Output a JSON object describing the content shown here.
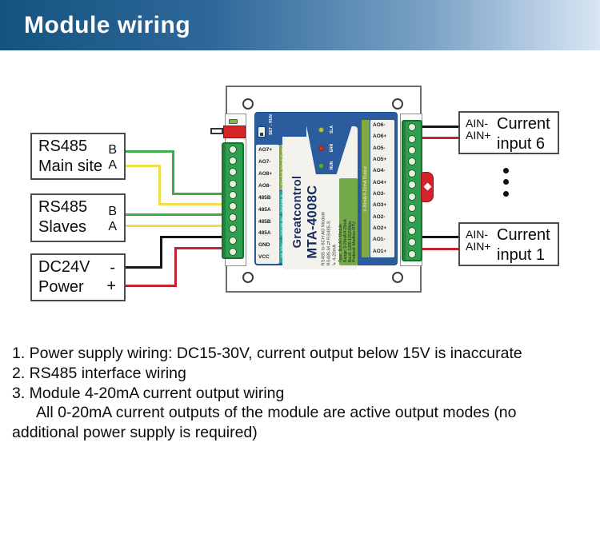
{
  "header": {
    "title": "Module wiring"
  },
  "left_boxes": [
    {
      "line1": "RS485",
      "line2": "Main site",
      "pin_top": "B",
      "pin_bottom": "A",
      "wire_top": "green",
      "wire_bottom": "yellow"
    },
    {
      "line1": "RS485",
      "line2": "Slaves",
      "pin_top": "B",
      "pin_bottom": "A",
      "wire_top": "green",
      "wire_bottom": "yellow"
    },
    {
      "line1": "DC24V",
      "line2": "Power",
      "pin_top": "-",
      "pin_bottom": "+",
      "wire_top": "black",
      "wire_bottom": "red"
    }
  ],
  "right_boxes": [
    {
      "pin_top": "AIN-",
      "pin_bottom": "AIN+",
      "line1": "Current",
      "line2": "input 6",
      "wire_top": "black",
      "wire_bottom": "red"
    },
    {
      "pin_top": "AIN-",
      "pin_bottom": "AIN+",
      "line1": "Current",
      "line2": "input 1",
      "wire_top": "black",
      "wire_bottom": "red"
    }
  ],
  "ellipsis_dot_count": 3,
  "module": {
    "brand": "Greatcontrol",
    "model": "MTA-4008C",
    "subtitle_lines": [
      "RS485 to 8CH AO Module",
      "RS485-M ⇄ RS485-S",
      "↳ 4-20mA"
    ],
    "spec_lines": [
      "Type:  8ch AO Module",
      "Range: 0-20mA/4-20mA",
      "Baud:  1200-115200bps",
      "Protocol: Modbus-RTU"
    ],
    "set_run_label": "SET ↓ RUN",
    "left_pins": [
      "AO7+",
      "AO7-",
      "AO8+",
      "AO8-",
      "485B",
      "485A",
      "485B",
      "485A",
      "GND",
      "VCC"
    ],
    "left_strip_segments": [
      {
        "label": "0-20mA/4-20mA Output",
        "style": "olive"
      },
      {
        "label": "RS485-S",
        "style": "teal"
      },
      {
        "label": "RS485-M",
        "style": "teal"
      },
      {
        "label": "15-30V",
        "style": "teal"
      }
    ],
    "right_pins": [
      "AO6-",
      "AO6+",
      "AO5-",
      "AO5+",
      "AO4-",
      "AO4+",
      "AO3-",
      "AO3+",
      "AO2-",
      "AO2+",
      "AO1-",
      "AO1+"
    ],
    "right_strip_label": "0-20mA/4-20mA Output",
    "leds": [
      {
        "name": "SLA",
        "color": "#a9c84b"
      },
      {
        "name": "ERR",
        "color": "#d23030"
      },
      {
        "name": "RUN",
        "color": "#4fae49"
      }
    ],
    "left_terminal_count": 10,
    "right_terminal_count": 12
  },
  "notes": [
    {
      "text": "1. Power supply wiring: DC15-30V, current output below 15V is inaccurate",
      "indent": false
    },
    {
      "text": "2. RS485 interface wiring",
      "indent": false
    },
    {
      "text": "3. Module 4-20mA current output wiring",
      "indent": false
    },
    {
      "text": "All 0-20mA current outputs of the module are active output modes (no",
      "indent": true
    },
    {
      "text": "additional power supply is required)",
      "indent": false
    }
  ],
  "colors": {
    "header_gradient_start": "#14537f",
    "header_gradient_end": "#d9e6f3",
    "wire_green": "#3cae49",
    "wire_yellow": "#efdd4b",
    "wire_black": "#151515",
    "wire_red": "#c2232e",
    "pcb_blue": "#2b5c9d",
    "terminal_green": "#2f9e50",
    "strip_teal": "#2fa7a0",
    "strip_olive": "#84a73f",
    "accent_red": "#d42525"
  }
}
